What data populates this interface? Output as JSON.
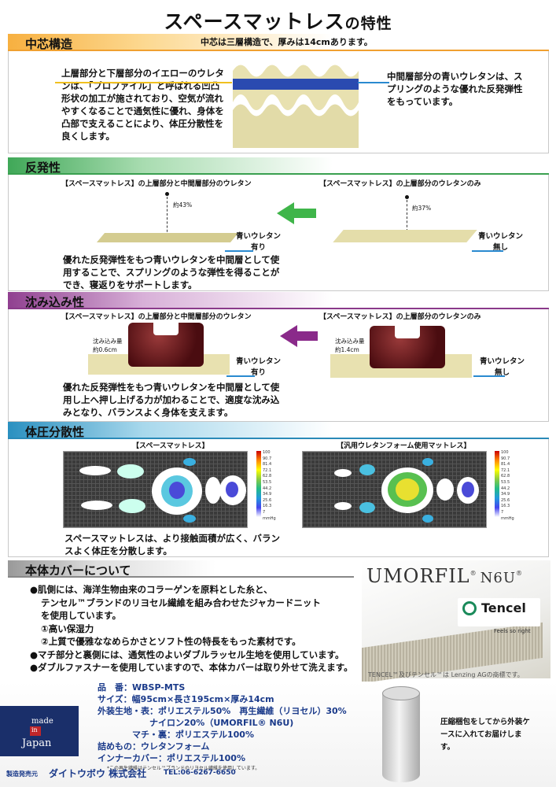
{
  "title": {
    "main": "スペースマットレス",
    "suffix": "の特性"
  },
  "sec1": {
    "heading": "中芯構造",
    "note": "中芯は三層構造で、厚みは14cmあります。",
    "left_text": "上層部分と下層部分のイエローのウレタンは、「プロファイル」と呼ばれる凹凸形状の加工が施されており、空気が流れやすくなることで通気性に優れ、身体を凸部で支えることにより、体圧分散性を良くします。",
    "right_text": "中間層部分の青いウレタンは、スプリングのような優れた反発弾性をもっています。"
  },
  "sec2": {
    "heading": "反発性",
    "left_caption": "【スペースマットレス】の上層部分と中間層部分のウレタン",
    "right_caption": "【スペースマットレス】の上層部分のウレタンのみ",
    "left_pct": "約43%",
    "right_pct": "約37%",
    "left_label": "青いウレタン\n有り",
    "right_label": "青いウレタン\n無し",
    "desc": "優れた反発弾性をもつ青いウレタンを中間層として使用することで、スプリングのような弾性を得ることができ、寝返りをサポートします。"
  },
  "sec3": {
    "heading": "沈み込み性",
    "left_caption": "【スペースマットレス】の上層部分と中間層部分のウレタン",
    "right_caption": "【スペースマットレス】の上層部分のウレタンのみ",
    "left_sink": "沈み込み量\n約0.6cm",
    "right_sink": "沈み込み量\n約1.4cm",
    "left_label": "青いウレタン\n有り",
    "right_label": "青いウレタン\n無し",
    "desc": "優れた反発弾性をもつ青いウレタンを中間層として使用し上へ押し上げる力が加わることで、適度な沈み込みとなり、バランスよく身体を支えます。"
  },
  "sec4": {
    "heading": "体圧分散性",
    "left_caption": "【スペースマットレス】",
    "right_caption": "【汎用ウレタンフォーム使用マットレス】",
    "scale_values": [
      "100",
      "90.7",
      "81.4",
      "72.1",
      "62.8",
      "53.5",
      "44.2",
      "34.9",
      "25.6",
      "16.3",
      "7"
    ],
    "scale_unit": "mmHg",
    "desc": "スペースマットレスは、より接触面積が広く、バランスよく体圧を分散します。"
  },
  "sec5": {
    "heading": "本体カバーについて",
    "bullets": [
      "●肌側には、海洋生物由来のコラーゲンを原料とした糸と、",
      "テンセル™ブランドのリヨセル繊維を組み合わせたジャカードニット",
      "を使用しています。",
      "①高い保湿力",
      "②上質で優雅ななめらかさとソフト性の特長をもった素材です。",
      "●マチ部分と裏側には、通気性のよいダブルラッセル生地を使用しています。",
      "●ダブルファスナーを使用していますので、本体カバーは取り外せて洗えます。"
    ],
    "brand": "UMORFIL",
    "brand_sub": "N6U",
    "tencel": "Tencel",
    "tencel_tag": "Feels so right",
    "trademark": "TENCEL™及びテンセル™は Lenzing AGの商標です。"
  },
  "specs": {
    "lines": [
      "品　番：WBSP-MTS",
      "サイズ：幅95cm×長さ195cm×厚み14cm",
      "外装生地・表：ポリエステル50%　再生繊維（リヨセル）30%",
      "　　　　　　ナイロン20%（UMORFIL® N6U)",
      "　　　　マチ・裏：ポリエステル100%",
      "詰めもの：ウレタンフォーム",
      "インナーカバー：ポリエステル100%"
    ],
    "footnote": "*この再生繊維はテンセル™ブランドのリヨセル繊維を使用しています。"
  },
  "made_in": {
    "line1": "made",
    "line2": "in",
    "line3": "Japan"
  },
  "packaging": "圧縮梱包をしてから外装ケースに入れてお届けします。",
  "footer": {
    "label": "製造発売元",
    "company": "ダイトウボウ 株式会社",
    "tel": "TEL:06-6267-6650"
  }
}
